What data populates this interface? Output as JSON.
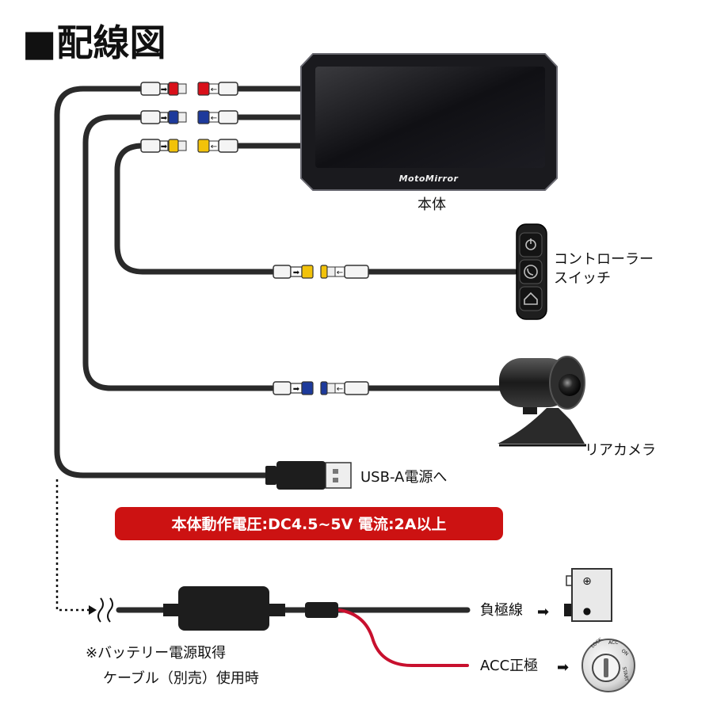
{
  "title": "■配線図",
  "brand": "MotoMirror",
  "labels": {
    "main_unit": "本体",
    "controller_line1": "コントローラー",
    "controller_line2": "スイッチ",
    "rear_camera": "リアカメラ",
    "usb": "USB-A電源へ",
    "spec": "本体動作電圧:DC4.5~5V 電流:2A以上",
    "negative": "負極線",
    "acc": "ACC正極",
    "note_line1": "※バッテリー電源取得",
    "note_line2": "ケーブル（別売）使用時"
  },
  "ignition_key": {
    "lock": "LOCK",
    "acc": "ACC",
    "on": "ON",
    "start": "START"
  },
  "battery": {
    "plus": "⊕",
    "minus": "●"
  },
  "arrows": {
    "right": "➡",
    "left": "←"
  },
  "colors": {
    "cable": "#2a2a2a",
    "red": "#d9101a",
    "blue": "#1d3a9b",
    "yellow": "#f2c20a",
    "spec_bg": "#cc1212",
    "acc_wire": "#c8102e"
  }
}
